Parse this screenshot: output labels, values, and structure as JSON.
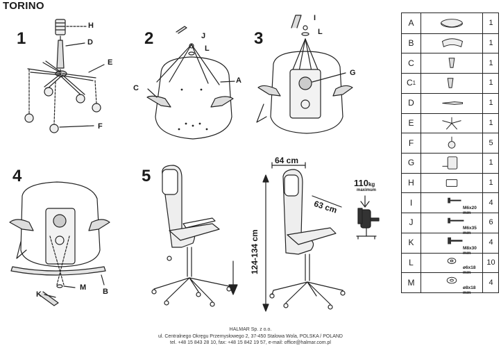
{
  "title": "TORINO",
  "steps": [
    "1",
    "2",
    "3",
    "4",
    "5"
  ],
  "labels": {
    "step1": [
      "H",
      "D",
      "E",
      "F"
    ],
    "step2": [
      "J",
      "L",
      "C",
      "A"
    ],
    "step3": [
      "I",
      "L",
      "G"
    ],
    "step4": [
      "M",
      "K",
      "B"
    ]
  },
  "dimensions": {
    "width": "64 cm",
    "depth": "63 cm",
    "height": "124-134 cm",
    "max_load": "110",
    "max_load_unit": "kg",
    "max_load_note": "maximum"
  },
  "parts": [
    {
      "letter": "A",
      "sub": "",
      "qty": "1",
      "size": ""
    },
    {
      "letter": "B",
      "sub": "",
      "qty": "1",
      "size": ""
    },
    {
      "letter": "C",
      "sub": "",
      "qty": "1",
      "size": ""
    },
    {
      "letter": "C",
      "sub": "1",
      "qty": "1",
      "size": ""
    },
    {
      "letter": "D",
      "sub": "",
      "qty": "1",
      "size": ""
    },
    {
      "letter": "E",
      "sub": "",
      "qty": "1",
      "size": ""
    },
    {
      "letter": "F",
      "sub": "",
      "qty": "5",
      "size": ""
    },
    {
      "letter": "G",
      "sub": "",
      "qty": "1",
      "size": ""
    },
    {
      "letter": "H",
      "sub": "",
      "qty": "1",
      "size": ""
    },
    {
      "letter": "I",
      "sub": "",
      "qty": "4",
      "size": "M6x20 mm"
    },
    {
      "letter": "J",
      "sub": "",
      "qty": "6",
      "size": "M6x35 mm"
    },
    {
      "letter": "K",
      "sub": "",
      "qty": "4",
      "size": "M8x30 mm"
    },
    {
      "letter": "L",
      "sub": "",
      "qty": "10",
      "size": "ø6x18 mm"
    },
    {
      "letter": "M",
      "sub": "",
      "qty": "4",
      "size": "ø8x18 mm"
    }
  ],
  "footer": {
    "company": "HALMAR Sp. z o.o.",
    "address": "ul. Centralnego Okręgu Przemysłowego 2, 37-450 Stalowa Wola, POLSKA / POLAND",
    "contact": "tel. +48 15 843 28 10, fax: +48 15 842 19 57, e-mail: office@halmar.com.pl"
  }
}
